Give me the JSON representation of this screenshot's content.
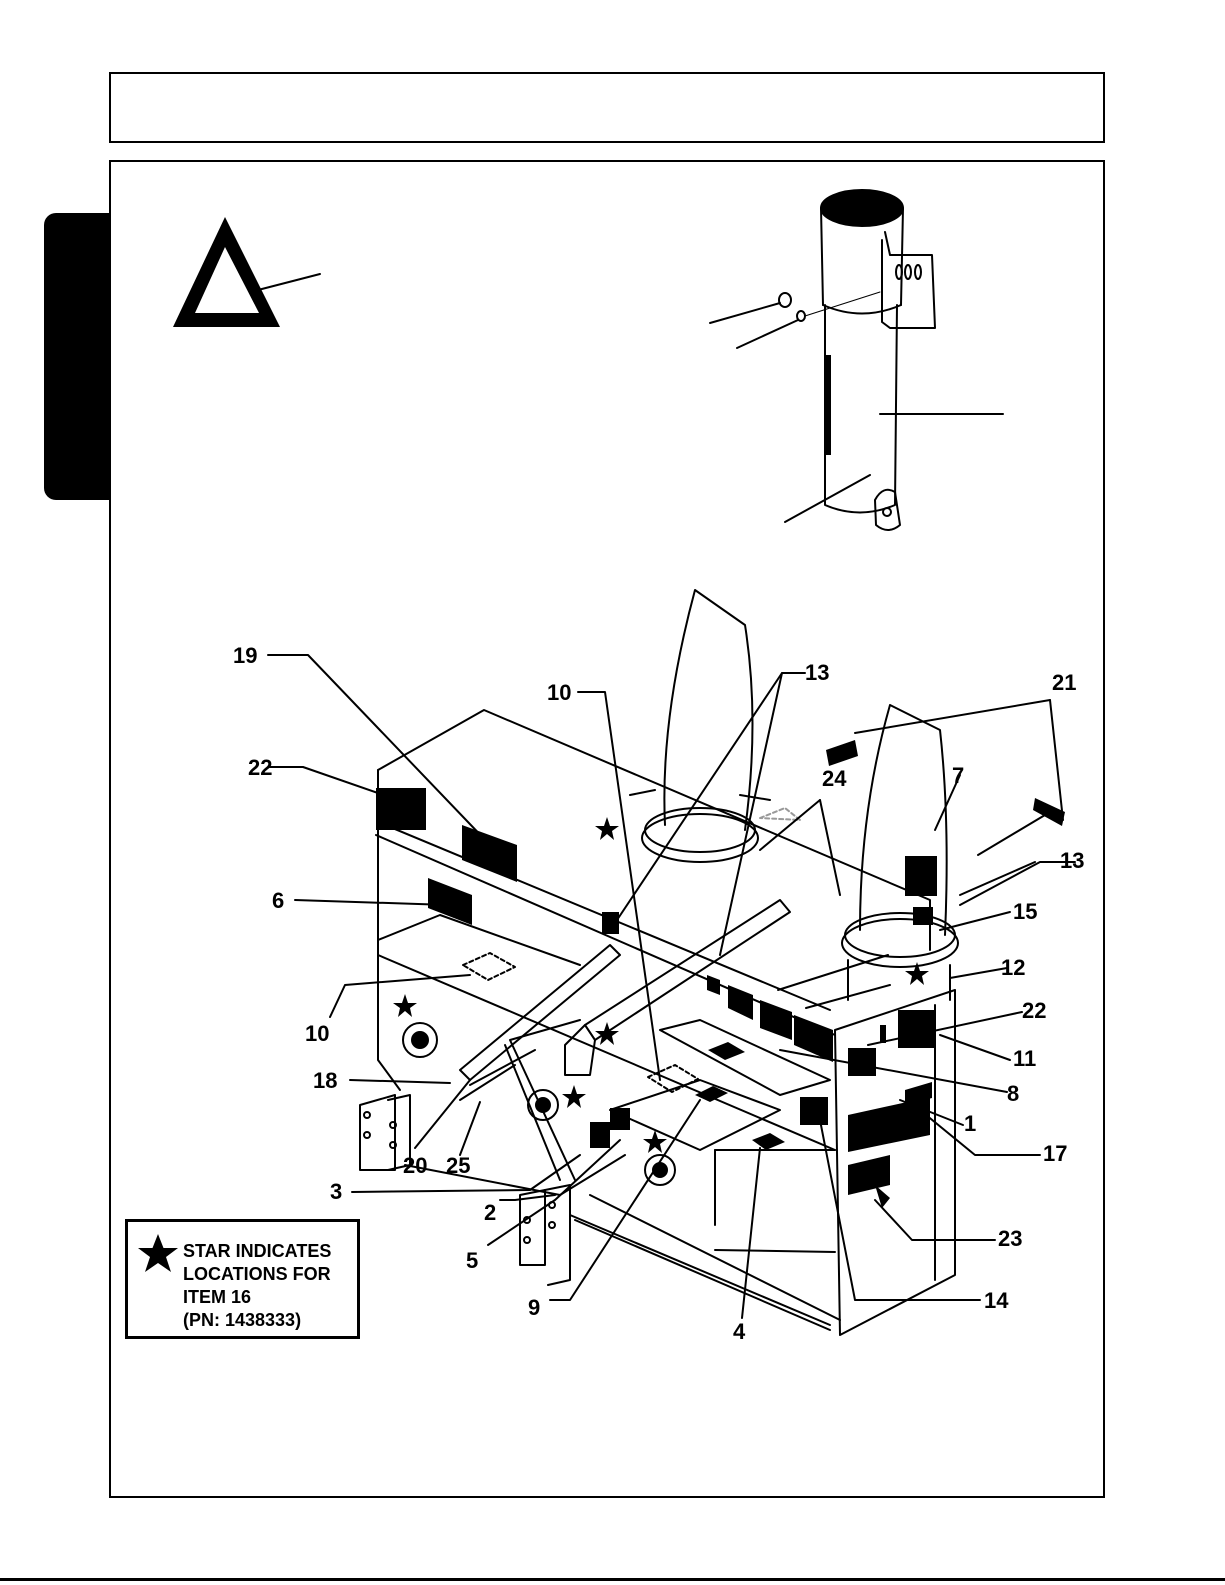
{
  "callouts": {
    "c19": "19",
    "c22a": "22",
    "c6": "6",
    "c10a": "10",
    "c18": "18",
    "c20": "20",
    "c25": "25",
    "c3": "3",
    "c2": "2",
    "c5": "5",
    "c9": "9",
    "c4": "4",
    "c10b": "10",
    "c13a": "13",
    "c24": "24",
    "c21": "21",
    "c7": "7",
    "c13b": "13",
    "c15": "15",
    "c12": "12",
    "c22b": "22",
    "c11": "11",
    "c8": "8",
    "c1": "1",
    "c17": "17",
    "c23": "23",
    "c14": "14"
  },
  "legend": {
    "line1": "STAR INDICATES",
    "line2": "LOCATIONS FOR",
    "line3": "ITEM 16",
    "line4": "(PN: 1438333)"
  },
  "icons": [
    "slow-moving-vehicle-triangle-icon",
    "star-icon"
  ]
}
